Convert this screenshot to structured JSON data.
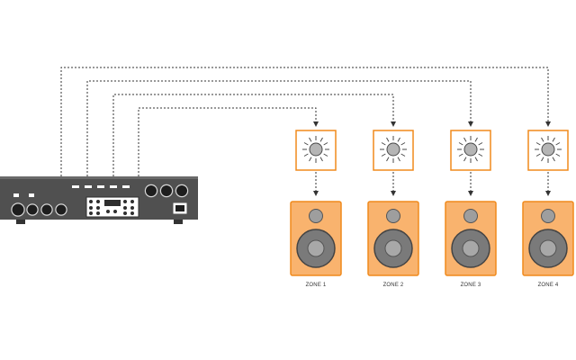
{
  "colors": {
    "amp_body": "#505050",
    "amp_dark": "#2e2e2e",
    "amp_feet": "#333333",
    "knob": "#1e1e1e",
    "knob_ring": "#d8d8d8",
    "speaker_fill": "#f9b36e",
    "speaker_stroke": "#f08a1c",
    "volume_box_fill": "#ffffff",
    "volume_box_stroke": "#f08a1c",
    "driver_outer": "#7a7a7a",
    "driver_inner": "#a8a8a8",
    "tweeter": "#9e9e9e",
    "dotted_line": "#333333"
  },
  "icons": {
    "volume_control": "brightness-sun-icon",
    "speaker": "speaker-icon",
    "amplifier": "amplifier-icon"
  },
  "zones": [
    {
      "label": "ZONE 1"
    },
    {
      "label": "ZONE 2"
    },
    {
      "label": "ZONE 3"
    },
    {
      "label": "ZONE 4"
    }
  ]
}
